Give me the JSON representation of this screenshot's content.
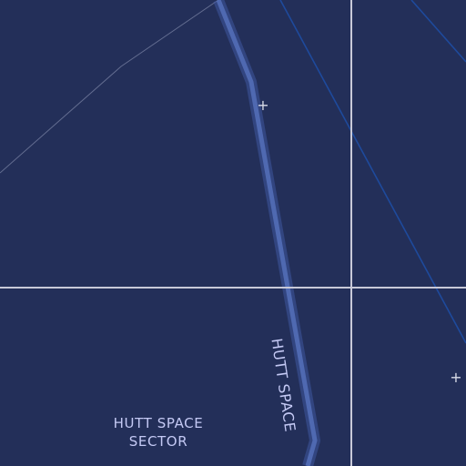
{
  "map": {
    "background_color": "#232f59",
    "grid_color": "#c8c9d8",
    "hyperlane_color": "#4660a8",
    "route_color": "#1e4a9c",
    "border_color": "#7f88a8",
    "label_color": "#c4c9f4",
    "region_label": "HUTT SPACE",
    "sector_label_line1": "HUTT SPACE",
    "sector_label_line2": "SECTOR",
    "markers": [
      {
        "name": "system-marker-upper",
        "symbol": "+"
      },
      {
        "name": "system-marker-lower-right",
        "symbol": "+"
      }
    ]
  }
}
